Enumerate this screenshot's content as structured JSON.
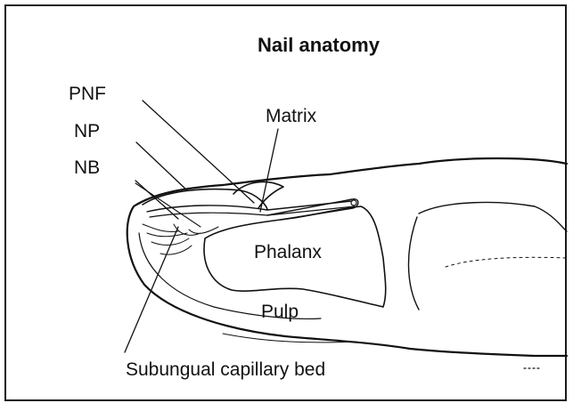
{
  "title": "Nail anatomy",
  "labels": {
    "pnf": "PNF",
    "np": "NP",
    "nb": "NB",
    "matrix": "Matrix",
    "phalanx": "Phalanx",
    "pulp": "Pulp",
    "subungual": "Subungual capillary bed"
  },
  "colors": {
    "ink": "#111111",
    "background": "#ffffff"
  }
}
